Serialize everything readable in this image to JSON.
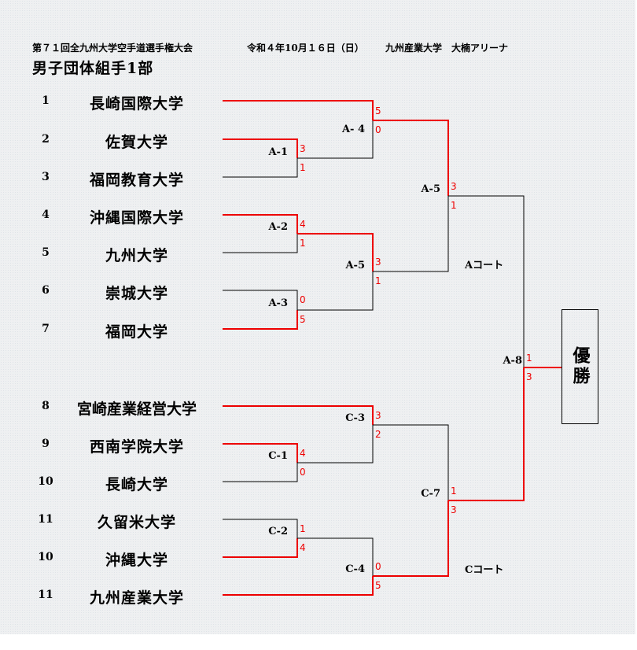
{
  "header": {
    "event_title": "第７１回全九州大学空手道選手権大会",
    "date": "令和４年10月１６日（日）",
    "venue": "九州産業大学　大楠アリーナ",
    "division": "男子団体組手1部"
  },
  "teams": [
    {
      "seed": "1",
      "name": "長崎国際大学"
    },
    {
      "seed": "2",
      "name": "佐賀大学"
    },
    {
      "seed": "3",
      "name": "福岡教育大学"
    },
    {
      "seed": "4",
      "name": "沖縄国際大学"
    },
    {
      "seed": "5",
      "name": "九州大学"
    },
    {
      "seed": "6",
      "name": "崇城大学"
    },
    {
      "seed": "7",
      "name": "福岡大学"
    },
    {
      "seed": "8",
      "name": "宮崎産業経営大学"
    },
    {
      "seed": "9",
      "name": "西南学院大学"
    },
    {
      "seed": "10",
      "name": "長崎大学"
    },
    {
      "seed": "11",
      "name": "久留米大学"
    },
    {
      "seed": "10",
      "name": "沖縄大学"
    },
    {
      "seed": "11",
      "name": "九州産業大学"
    }
  ],
  "matches": {
    "A1": {
      "label": "A-1",
      "top_score": "3",
      "bottom_score": "1"
    },
    "A2": {
      "label": "A-2",
      "top_score": "4",
      "bottom_score": "1"
    },
    "A3": {
      "label": "A-3",
      "top_score": "0",
      "bottom_score": "5"
    },
    "A4": {
      "label": "A- 4",
      "top_score": "5",
      "bottom_score": "0"
    },
    "A5a": {
      "label": "A-5",
      "top_score": "3",
      "bottom_score": "1"
    },
    "A5b": {
      "label": "A-5",
      "top_score": "3",
      "bottom_score": "1"
    },
    "A8": {
      "label": "A-8",
      "top_score": "1",
      "bottom_score": "3"
    },
    "C1": {
      "label": "C-1",
      "top_score": "4",
      "bottom_score": "0"
    },
    "C2": {
      "label": "C-2",
      "top_score": "1",
      "bottom_score": "4"
    },
    "C3": {
      "label": "C-3",
      "top_score": "3",
      "bottom_score": "2"
    },
    "C4": {
      "label": "C-4",
      "top_score": "0",
      "bottom_score": "5"
    },
    "C7": {
      "label": "C-7",
      "top_score": "1",
      "bottom_score": "3"
    }
  },
  "courts": {
    "a": "Aコート",
    "c": "Cコート"
  },
  "champion": {
    "label": "優勝"
  },
  "colors": {
    "winner_line": "#ee0000",
    "score_text": "#ee0000",
    "loser_line": "#000000"
  }
}
